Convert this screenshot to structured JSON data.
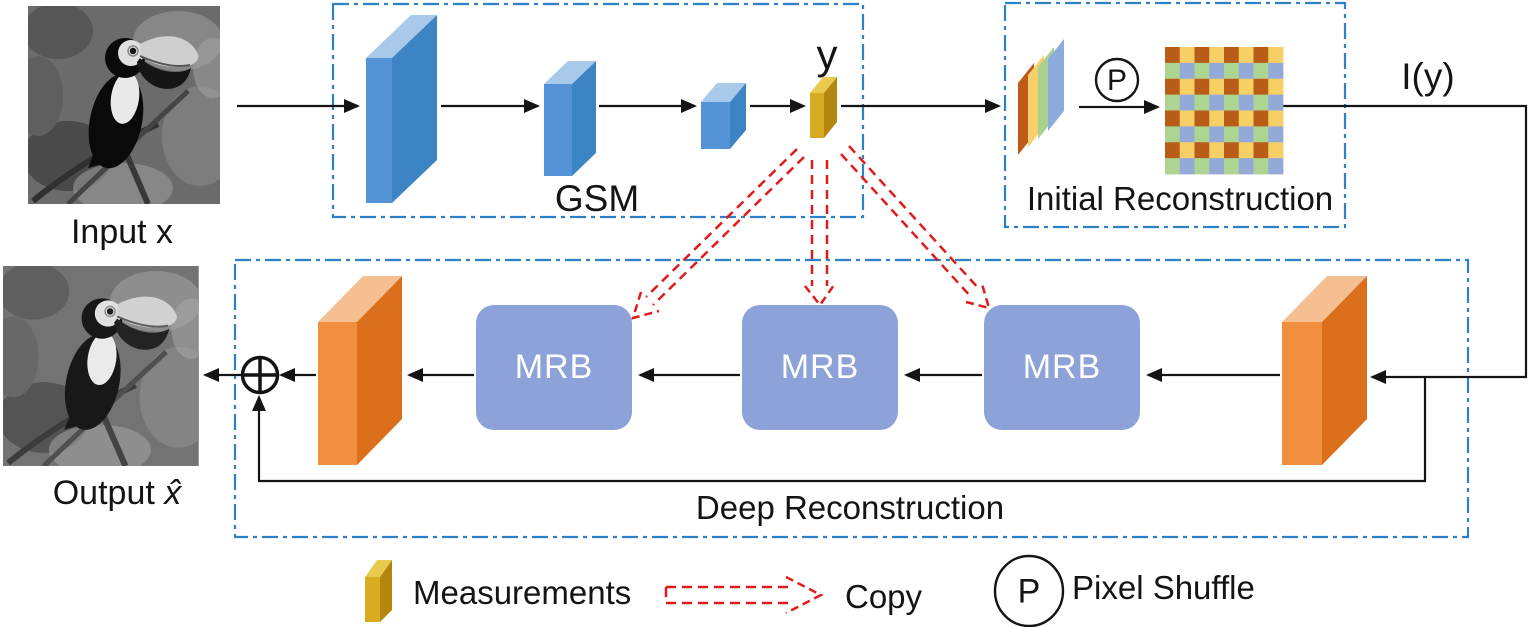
{
  "figure": {
    "type": "architecture-diagram",
    "description": "Compressed-sensing image reconstruction network: GSM sampling, initial reconstruction with pixel shuffle, deep reconstruction with MRB blocks"
  },
  "labels": {
    "input": "Input x",
    "output_prefix": "Output",
    "output_var": "x̂",
    "gsm": "GSM",
    "y": "y",
    "iy": "I(y)",
    "initial_reconstruction": "Initial Reconstruction",
    "deep_reconstruction": "Deep Reconstruction",
    "mrb": "MRB",
    "p": "P"
  },
  "legend": {
    "measurements": "Measurements",
    "copy": "Copy",
    "pixel_shuffle": "Pixel Shuffle"
  },
  "colors": {
    "dashed_box_border": "#2e81c8",
    "conv_blue_front": "#5494d6",
    "conv_blue_side": "#3d84c4",
    "conv_blue_top": "#a9c9ea",
    "measurement_front": "#d9ab20",
    "measurement_side": "#b4860e",
    "measurement_top": "#e8cb4e",
    "feature_orange_front": "#f0903f",
    "feature_orange_side": "#dc6f1b",
    "feature_orange_top": "#f6bf92",
    "mrb_fill": "#8da2d8",
    "mrb_text": "#ffffff",
    "copy_arrow_red": "#e01b1b",
    "line_black": "#141414",
    "feature_sheets": [
      "#bf5b17",
      "#f7cf6b",
      "#a9d18e",
      "#8faadc"
    ]
  },
  "grid": {
    "rows": 8,
    "cols": 8,
    "row_patterns": [
      [
        "#b85c17",
        "#f7d065"
      ],
      [
        "#aed492",
        "#93aad9"
      ]
    ]
  }
}
